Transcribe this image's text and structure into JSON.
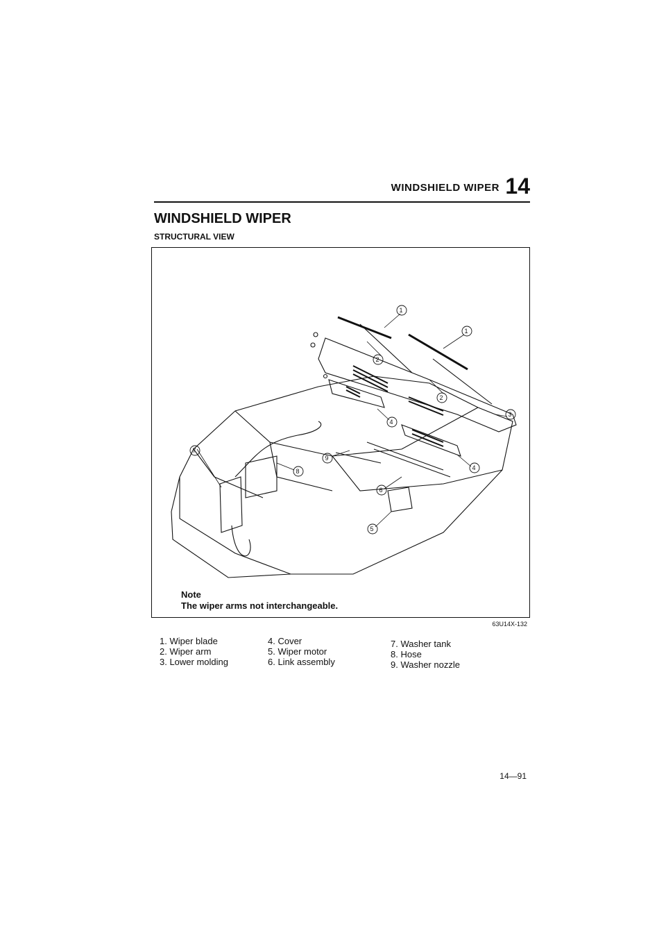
{
  "header": {
    "title": "WINDSHIELD WIPER",
    "chapter": "14"
  },
  "section_title": "WINDSHIELD WIPER",
  "subtitle": "STRUCTURAL VIEW",
  "figure": {
    "callouts": [
      "1",
      "1",
      "2",
      "2",
      "3",
      "4",
      "4",
      "5",
      "6",
      "7",
      "8",
      "9"
    ],
    "note_heading": "Note",
    "note_text": "The wiper arms not interchangeable.",
    "code": "63U14X-132"
  },
  "legend": {
    "col1": [
      "1. Wiper blade",
      "2. Wiper arm",
      "3. Lower molding"
    ],
    "col2": [
      "4. Cover",
      "5. Wiper motor",
      "6. Link assembly"
    ],
    "col3": [
      "7. Washer tank",
      "8. Hose",
      "9. Washer nozzle"
    ]
  },
  "page_number": "14—91"
}
